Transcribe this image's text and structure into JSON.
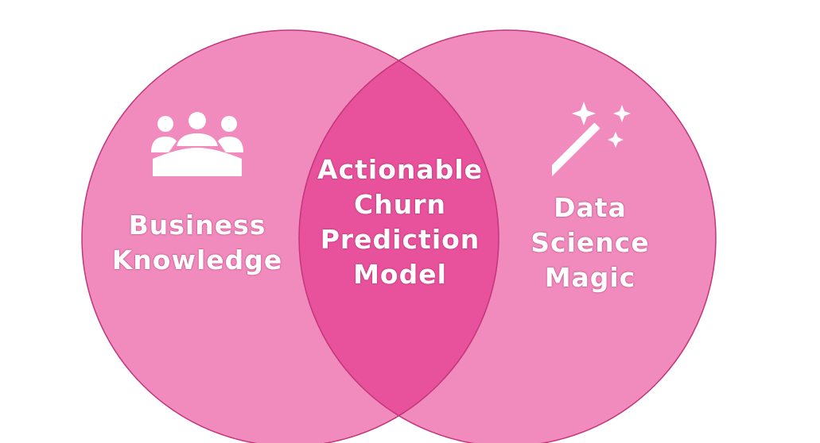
{
  "colors": {
    "circle_fill": "#f18abd",
    "overlap_fill": "#e8519b",
    "outline": "#c2367a",
    "text": "#ffffff"
  },
  "left_circle": {
    "icon": "meeting-people-icon",
    "label_lines": [
      "Business",
      "Knowledge"
    ]
  },
  "intersection": {
    "label_lines": [
      "Actionable",
      "Churn",
      "Prediction",
      "Model"
    ]
  },
  "right_circle": {
    "icon": "magic-wand-icon",
    "label_lines": [
      "Data",
      "Science",
      "Magic"
    ]
  }
}
